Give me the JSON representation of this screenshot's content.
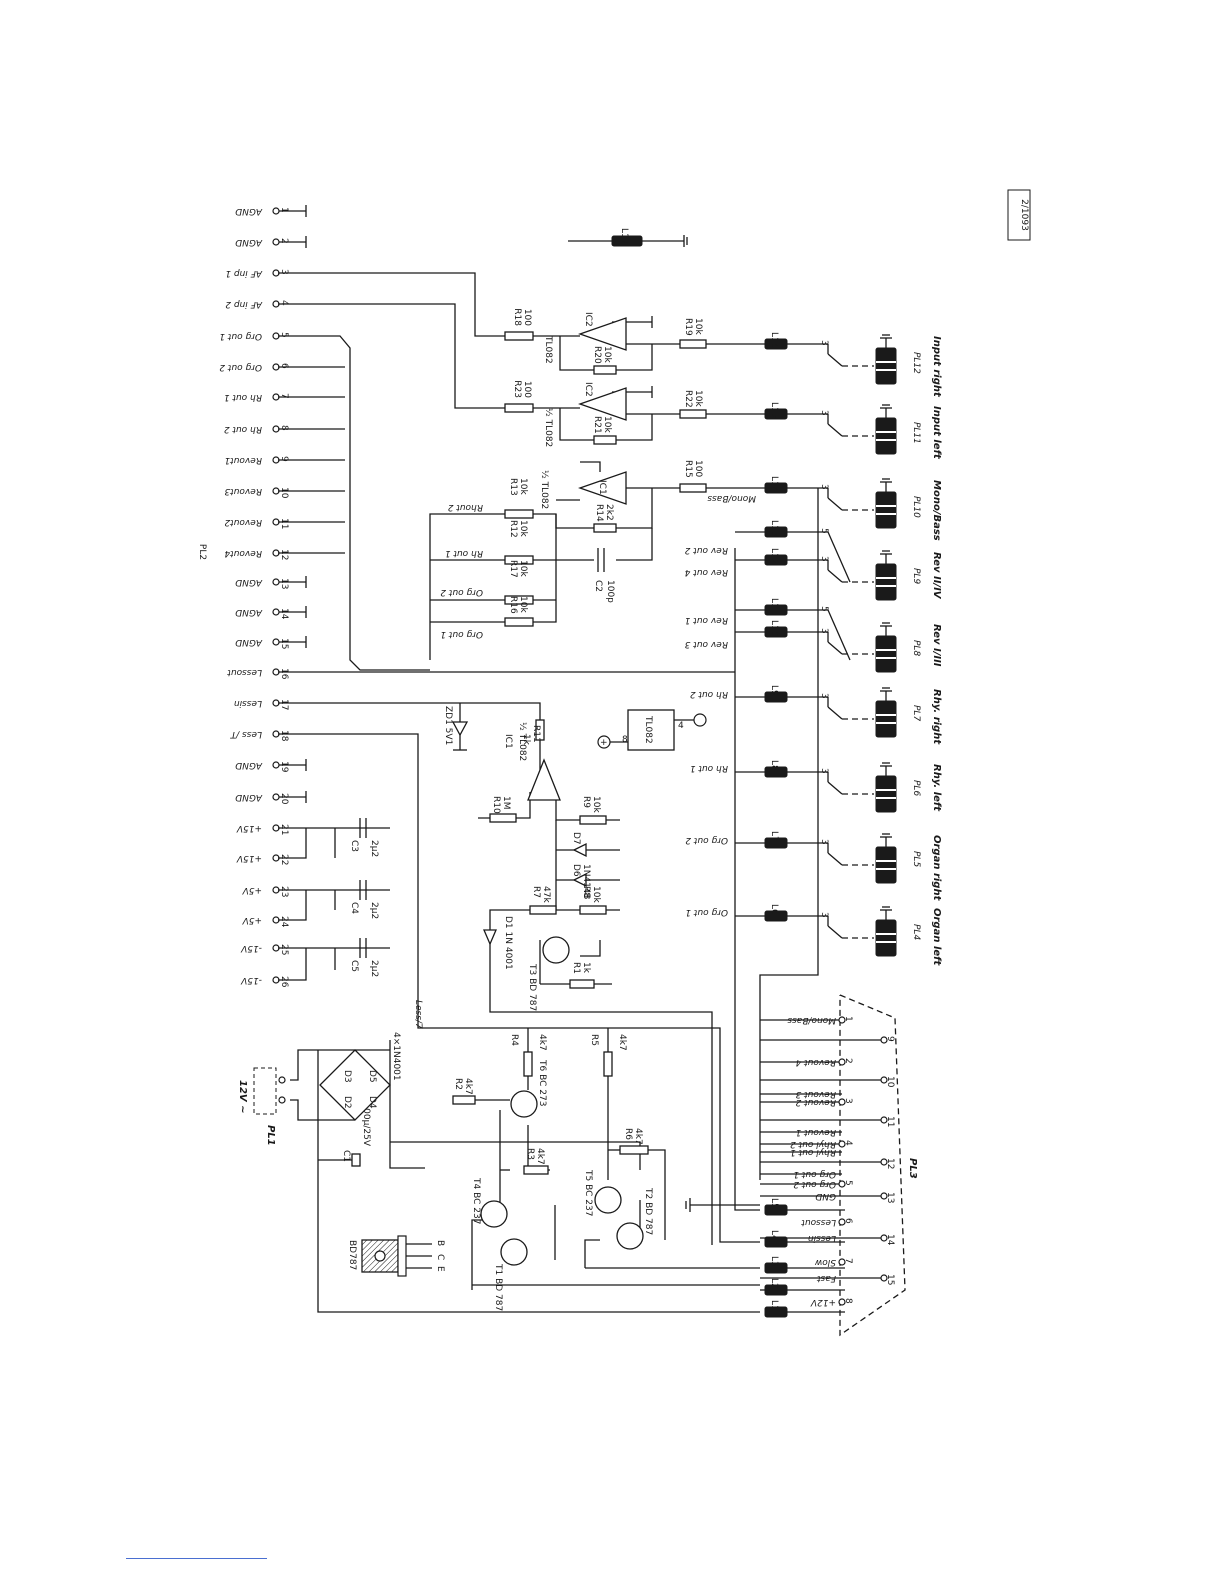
{
  "doc_ref": "2/1093",
  "pl2": {
    "title": "PL2",
    "pins": [
      {
        "n": "1",
        "label": "AGND"
      },
      {
        "n": "2",
        "label": "AGND"
      },
      {
        "n": "3",
        "label": "AF inp 1"
      },
      {
        "n": "4",
        "label": "AF inp 2"
      },
      {
        "n": "5",
        "label": "Org out 1"
      },
      {
        "n": "6",
        "label": "Org out 2"
      },
      {
        "n": "7",
        "label": "Rh out 1"
      },
      {
        "n": "8",
        "label": "Rh out 2"
      },
      {
        "n": "9",
        "label": "Revout1"
      },
      {
        "n": "10",
        "label": "Revout3"
      },
      {
        "n": "11",
        "label": "Revout2"
      },
      {
        "n": "12",
        "label": "Revout4"
      },
      {
        "n": "13",
        "label": "AGND"
      },
      {
        "n": "14",
        "label": "AGND"
      },
      {
        "n": "15",
        "label": "AGND"
      },
      {
        "n": "16",
        "label": "Lessout"
      },
      {
        "n": "17",
        "label": "Lessin"
      },
      {
        "n": "18",
        "label": "Less /T"
      },
      {
        "n": "19",
        "label": "AGND"
      },
      {
        "n": "20",
        "label": "AGND"
      },
      {
        "n": "21",
        "label": "+15V"
      },
      {
        "n": "22",
        "label": "+15V"
      },
      {
        "n": "23",
        "label": "+5V"
      },
      {
        "n": "24",
        "label": "+5V"
      },
      {
        "n": "25",
        "label": "-15V"
      },
      {
        "n": "26",
        "label": "-15V"
      }
    ]
  },
  "inductor_l17": "L17",
  "opamps": {
    "ic2a": {
      "name": "IC2",
      "type": "TL082",
      "pins": [
        "2",
        "3",
        "1"
      ]
    },
    "ic2b": {
      "name": "IC2",
      "type": "½ TL082",
      "pins": [
        "6",
        "5",
        "7"
      ]
    },
    "ic1a": {
      "name": "IC1",
      "type": "½ TL082",
      "pins": [
        "2",
        "3",
        "1"
      ]
    },
    "ic1b": {
      "name": "IC1",
      "type": "½ TL082",
      "pins": [
        "6",
        "5",
        "7"
      ]
    },
    "supply": {
      "name": "TL082",
      "pins": [
        "8",
        "4"
      ]
    }
  },
  "resistors": [
    {
      "ref": "R18",
      "val": "100"
    },
    {
      "ref": "R20",
      "val": "10k"
    },
    {
      "ref": "R19",
      "val": "10k"
    },
    {
      "ref": "R23",
      "val": "100"
    },
    {
      "ref": "R21",
      "val": "10k"
    },
    {
      "ref": "R22",
      "val": "10k"
    },
    {
      "ref": "R13",
      "val": "10k"
    },
    {
      "ref": "R12",
      "val": "10k"
    },
    {
      "ref": "R17",
      "val": "10k"
    },
    {
      "ref": "R16",
      "val": "10k"
    },
    {
      "ref": "R14",
      "val": "2k2"
    },
    {
      "ref": "R15",
      "val": "100"
    },
    {
      "ref": "R11",
      "val": "1k"
    },
    {
      "ref": "R10",
      "val": "1M"
    },
    {
      "ref": "R9",
      "val": "10k"
    },
    {
      "ref": "R7",
      "val": "47k"
    },
    {
      "ref": "R8",
      "val": "10k"
    },
    {
      "ref": "R1",
      "val": "1k"
    },
    {
      "ref": "R2",
      "val": "4k7"
    },
    {
      "ref": "R3",
      "val": "4k7"
    },
    {
      "ref": "R4",
      "val": "4k7"
    },
    {
      "ref": "R5",
      "val": "4k7"
    },
    {
      "ref": "R6",
      "val": "4k7"
    }
  ],
  "capacitors": [
    {
      "ref": "C2",
      "val": "100p"
    },
    {
      "ref": "C3",
      "val": "2µ2"
    },
    {
      "ref": "C4",
      "val": "2µ2"
    },
    {
      "ref": "C5",
      "val": "2µ2"
    },
    {
      "ref": "C1",
      "val": "100µ/25V"
    }
  ],
  "semis": {
    "zd1": "ZD1 5V1",
    "d7": "D7",
    "d6": "D6",
    "d67_type": "1N4148",
    "d1": "D1 1N 4001",
    "t3": "T3 BD 787",
    "t4": "T4 BC 237",
    "t1": "T1 BD 787",
    "t6": "T6 BC 273",
    "t5": "T5 BC 237",
    "t2": "T2 BD 787",
    "bridge": [
      "D2",
      "D3",
      "D4",
      "D5"
    ],
    "bridge_type": "4×1N4001",
    "pkg_name": "BD787",
    "pkg_pins": [
      "E",
      "C",
      "B"
    ]
  },
  "ferrites": [
    "L16",
    "L15",
    "L14",
    "L13",
    "L12",
    "L11",
    "L10",
    "L9",
    "L8",
    "L7",
    "L6",
    "L5",
    "L4",
    "L3",
    "L2",
    "L1"
  ],
  "net_labels": {
    "rhout2": "Rhout 2",
    "rhout1": "Rh out 1",
    "orgout2": "Org out 2",
    "orgout1": "Org out 1",
    "monobass": "Mono/Bass",
    "revout2": "Rev out 2",
    "revout4": "Rev out 4",
    "revout1": "Rev out 1",
    "revout3": "Rev out 3",
    "rhout2b": "Rh out 2",
    "rhout1b": "Rh out 1",
    "orgout2b": "Org out 2",
    "orgout1b": "Org out 1",
    "less7": "Less/7",
    "pl1": "PL1",
    "ac12": "12V ~"
  },
  "jacks": [
    {
      "ref": "PL12",
      "name": "Input right"
    },
    {
      "ref": "PL11",
      "name": "Input left"
    },
    {
      "ref": "PL10",
      "name": "Mono/Bass"
    },
    {
      "ref": "PL9",
      "name": "Rev II/IV"
    },
    {
      "ref": "PL8",
      "name": "Rev I/III"
    },
    {
      "ref": "PL7",
      "name": "Rhy. right"
    },
    {
      "ref": "PL6",
      "name": "Rhy. left"
    },
    {
      "ref": "PL5",
      "name": "Organ right"
    },
    {
      "ref": "PL4",
      "name": "Organ left"
    }
  ],
  "pl3": {
    "title": "PL3",
    "pins": [
      {
        "n": "1",
        "label": "Mono/Bass"
      },
      {
        "n": "9",
        "label": ""
      },
      {
        "n": "2",
        "label": "Revout 4"
      },
      {
        "n": "10",
        "label": ""
      },
      {
        "n": "3",
        "label": "Revout 2"
      },
      {
        "n": "11",
        "label": ""
      },
      {
        "n": "4",
        "label": "Rhyl out 2"
      },
      {
        "n": "12",
        "label": ""
      },
      {
        "n": "5",
        "label": "Org out 2"
      },
      {
        "n": "13",
        "label": "GND"
      },
      {
        "n": "6",
        "label": "Lessout"
      },
      {
        "n": "14",
        "label": "Lessin"
      },
      {
        "n": "7",
        "label": "Slow"
      },
      {
        "n": "15",
        "label": "Fast"
      },
      {
        "n": "8",
        "label": "+12V"
      }
    ],
    "extra_labels": [
      "Revout 3",
      "Revout 1",
      "Rhyl out 1",
      "Org out 1"
    ]
  }
}
